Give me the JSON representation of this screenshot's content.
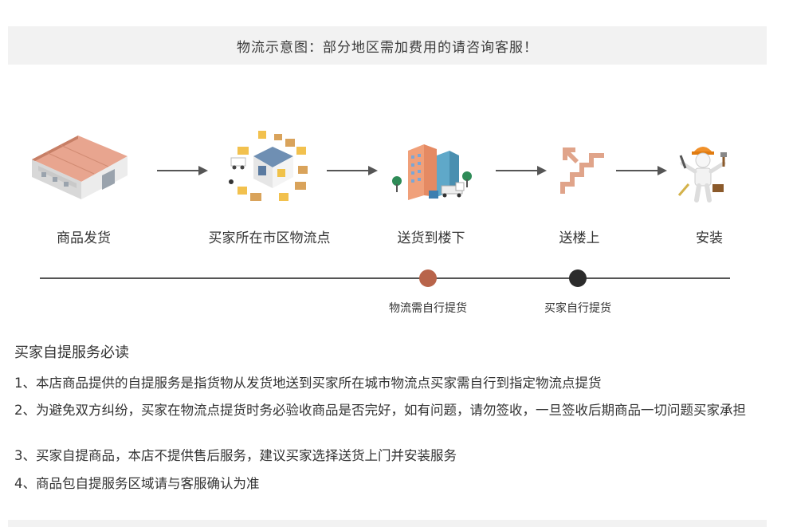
{
  "banner": {
    "text": "物流示意图：部分地区需加费用的请咨询客服！"
  },
  "steps": [
    {
      "label": "商品发货",
      "icon": "warehouse-icon"
    },
    {
      "label": "买家所在市区物流点",
      "icon": "logistics-hub-icon"
    },
    {
      "label": "送货到楼下",
      "icon": "city-buildings-icon"
    },
    {
      "label": "送楼上",
      "icon": "stairs-icon"
    },
    {
      "label": "安装",
      "icon": "installer-worker-icon"
    }
  ],
  "timeline": {
    "markers": [
      {
        "label": "物流需自行提货",
        "color": "#b8644a"
      },
      {
        "label": "买家自行提货",
        "color": "#2b2b2b"
      }
    ]
  },
  "notice": {
    "title": "买家自提服务必读",
    "items": [
      "1、本店商品提供的自提服务是指货物从发货地送到买家所在城市物流点买家需自行到指定物流点提货",
      "2、为避免双方纠纷，买家在物流点提货时务必验收商品是否完好，如有问题，请勿签收，一旦签收后期商品一切问题买家承担",
      "3、买家自提商品，本店不提供售后服务，建议买家选择送货上门并安装服务",
      "4、商品包自提服务区域请与客服确认为准"
    ]
  },
  "colors": {
    "accent_brown": "#b8644a",
    "dark": "#2b2b2b",
    "stairs": "#e0a48a"
  }
}
